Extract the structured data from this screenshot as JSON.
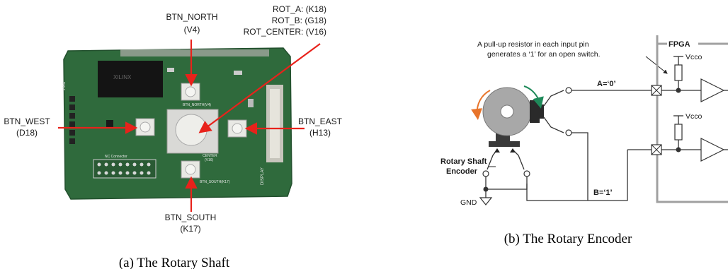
{
  "panel_a": {
    "caption": "(a) The Rotary Shaft",
    "labels": {
      "north_name": "BTN_NORTH",
      "north_pin": "(V4)",
      "rot_a": "ROT_A: (K18)",
      "rot_b": "ROT_B: (G18)",
      "rot_center": "ROT_CENTER: (V16)",
      "west_name": "BTN_WEST",
      "west_pin": "(D18)",
      "east_name": "BTN_EAST",
      "east_pin": "(H13)",
      "south_name": "BTN_SOUTH",
      "south_pin": "(K17)"
    },
    "pcb_silkscreen": [
      "BTN_NORTH(V4)",
      "CENTER",
      "(V16)",
      "BTN_SOUTH(K17)",
      "NC Connector",
      "DISPLAY",
      "JTAG"
    ],
    "colors": {
      "arrow": "#e8221b",
      "board": "#2f6a3c"
    }
  },
  "panel_b": {
    "caption": "(b) The Rotary Encoder",
    "note_line1": "A pull-up resistor in each input pin",
    "note_line2": "generates a ‘1’ for an open switch.",
    "fpga_label": "FPGA",
    "vcco_top": "Vcco",
    "vcco_bottom": "Vcco",
    "signal_a": "A=‘0’",
    "signal_b": "B=‘1’",
    "encoder_line1": "Rotary Shaft",
    "encoder_line2": "Encoder",
    "gnd": "GND",
    "colors": {
      "ccw_arrow": "#e8742a",
      "cw_arrow": "#1f8a5a",
      "fpga_border": "#a0a0a0"
    }
  }
}
